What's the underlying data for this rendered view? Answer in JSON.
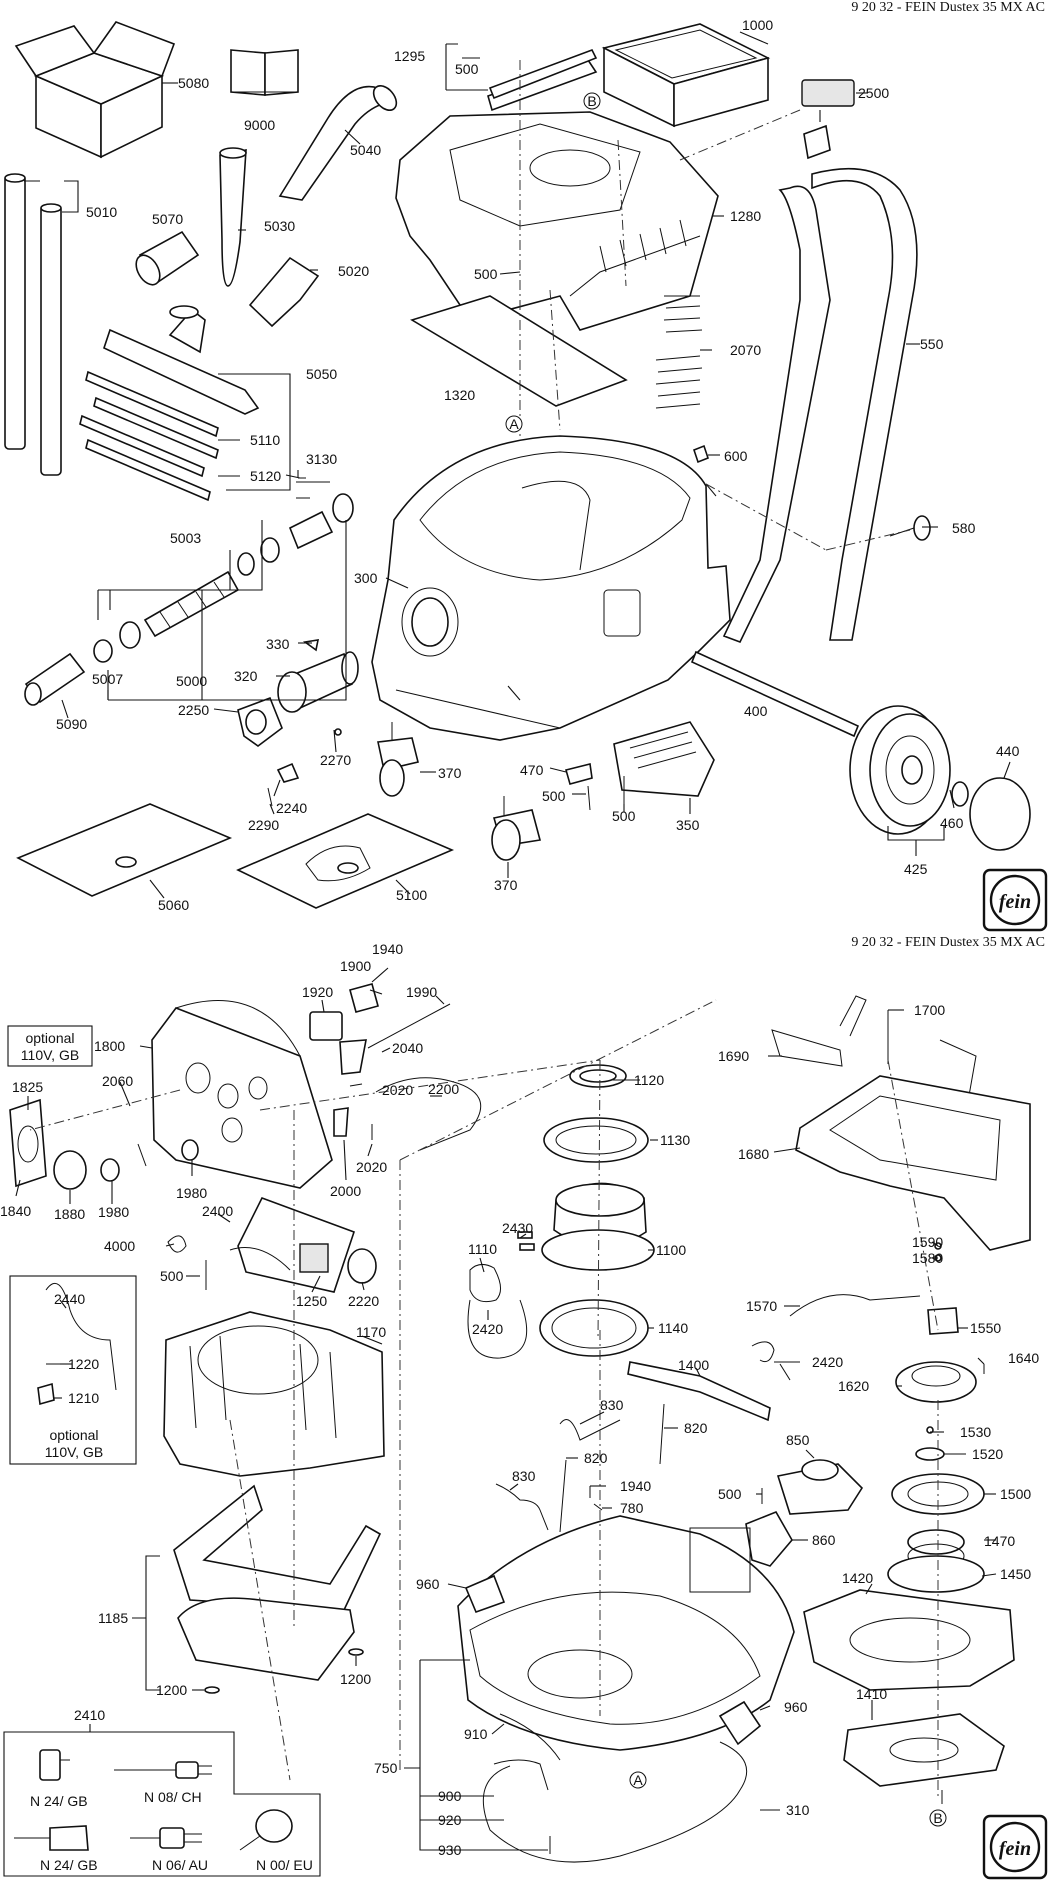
{
  "header_top": "9 20 32 - FEIN Dustex 35 MX AC",
  "header_bottom": "9 20 32 - FEIN Dustex 35 MX AC",
  "brand_logo_text": "fein",
  "circle_markers": {
    "a": "A",
    "b": "B"
  },
  "option_box_label": "optional\n110V, GB",
  "plug_labels": {
    "n24_gb_top": "N 24/ GB",
    "n08_ch": "N 08/ CH",
    "n24_gb_bottom": "N 24/ GB",
    "n06_au": "N 06/ AU",
    "n00_eu": "N 00/ EU"
  },
  "part_numbers": {
    "p5080": "5080",
    "p9000": "9000",
    "p1295": "1295",
    "p500a": "500",
    "p1000": "1000",
    "p2500": "2500",
    "p5040": "5040",
    "p5010": "5010",
    "p5070": "5070",
    "p5030": "5030",
    "p5020": "5020",
    "p500b": "500",
    "p1280": "1280",
    "p2070": "2070",
    "p550": "550",
    "p1320": "1320",
    "p5050": "5050",
    "p5110": "5110",
    "p5120": "5120",
    "p3130": "3130",
    "p600": "600",
    "p580": "580",
    "p5003": "5003",
    "p300": "300",
    "p330": "330",
    "p5007": "5007",
    "p5000": "5000",
    "p320": "320",
    "p5090": "5090",
    "p2250": "2250",
    "p400": "400",
    "p440": "440",
    "p2270": "2270",
    "p470": "470",
    "p370a": "370",
    "p500c": "500",
    "p2240": "2240",
    "p2290": "2290",
    "p500d": "500",
    "p350": "350",
    "p460": "460",
    "p425": "425",
    "p5060": "5060",
    "p5100": "5100",
    "p370b": "370",
    "p1940a": "1940",
    "p1900": "1900",
    "p1990": "1990",
    "p1920": "1920",
    "p1700": "1700",
    "p1800": "1800",
    "p2040": "2040",
    "p1690": "1690",
    "p2060": "2060",
    "p1825": "1825",
    "p2020a": "2020",
    "p2200": "2200",
    "p1120": "1120",
    "p1130": "1130",
    "p1680": "1680",
    "p2020b": "2020",
    "p1980a": "1980",
    "p1840": "1840",
    "p1880": "1880",
    "p1980b": "1980",
    "p2000": "2000",
    "p2400": "2400",
    "p4000": "4000",
    "p500e": "500",
    "p2430": "2430",
    "p1110": "1110",
    "p1100": "1100",
    "p1590": "1590",
    "p1580": "1580",
    "p2440": "2440",
    "p1250": "1250",
    "p2220": "2220",
    "p1570": "1570",
    "p1550": "1550",
    "p2420a": "2420",
    "p1140": "1140",
    "p1170": "1170",
    "p1220": "1220",
    "p1400": "1400",
    "p2420b": "2420",
    "p1640": "1640",
    "p1210": "1210",
    "p1620": "1620",
    "p830a": "830",
    "p820a": "820",
    "p850": "850",
    "p1530": "1530",
    "p1520": "1520",
    "p830b": "830",
    "p820b": "820",
    "p1940b": "1940",
    "p780": "780",
    "p500f": "500",
    "p1500": "1500",
    "p860": "860",
    "p1185": "1185",
    "p1470": "1470",
    "p960a": "960",
    "p1450": "1450",
    "p1420": "1420",
    "p1200a": "1200",
    "p1200b": "1200",
    "p1410": "1410",
    "p2410": "2410",
    "p960b": "960",
    "p910": "910",
    "p750": "750",
    "p900": "900",
    "p920": "920",
    "p310": "310",
    "p930": "930"
  }
}
